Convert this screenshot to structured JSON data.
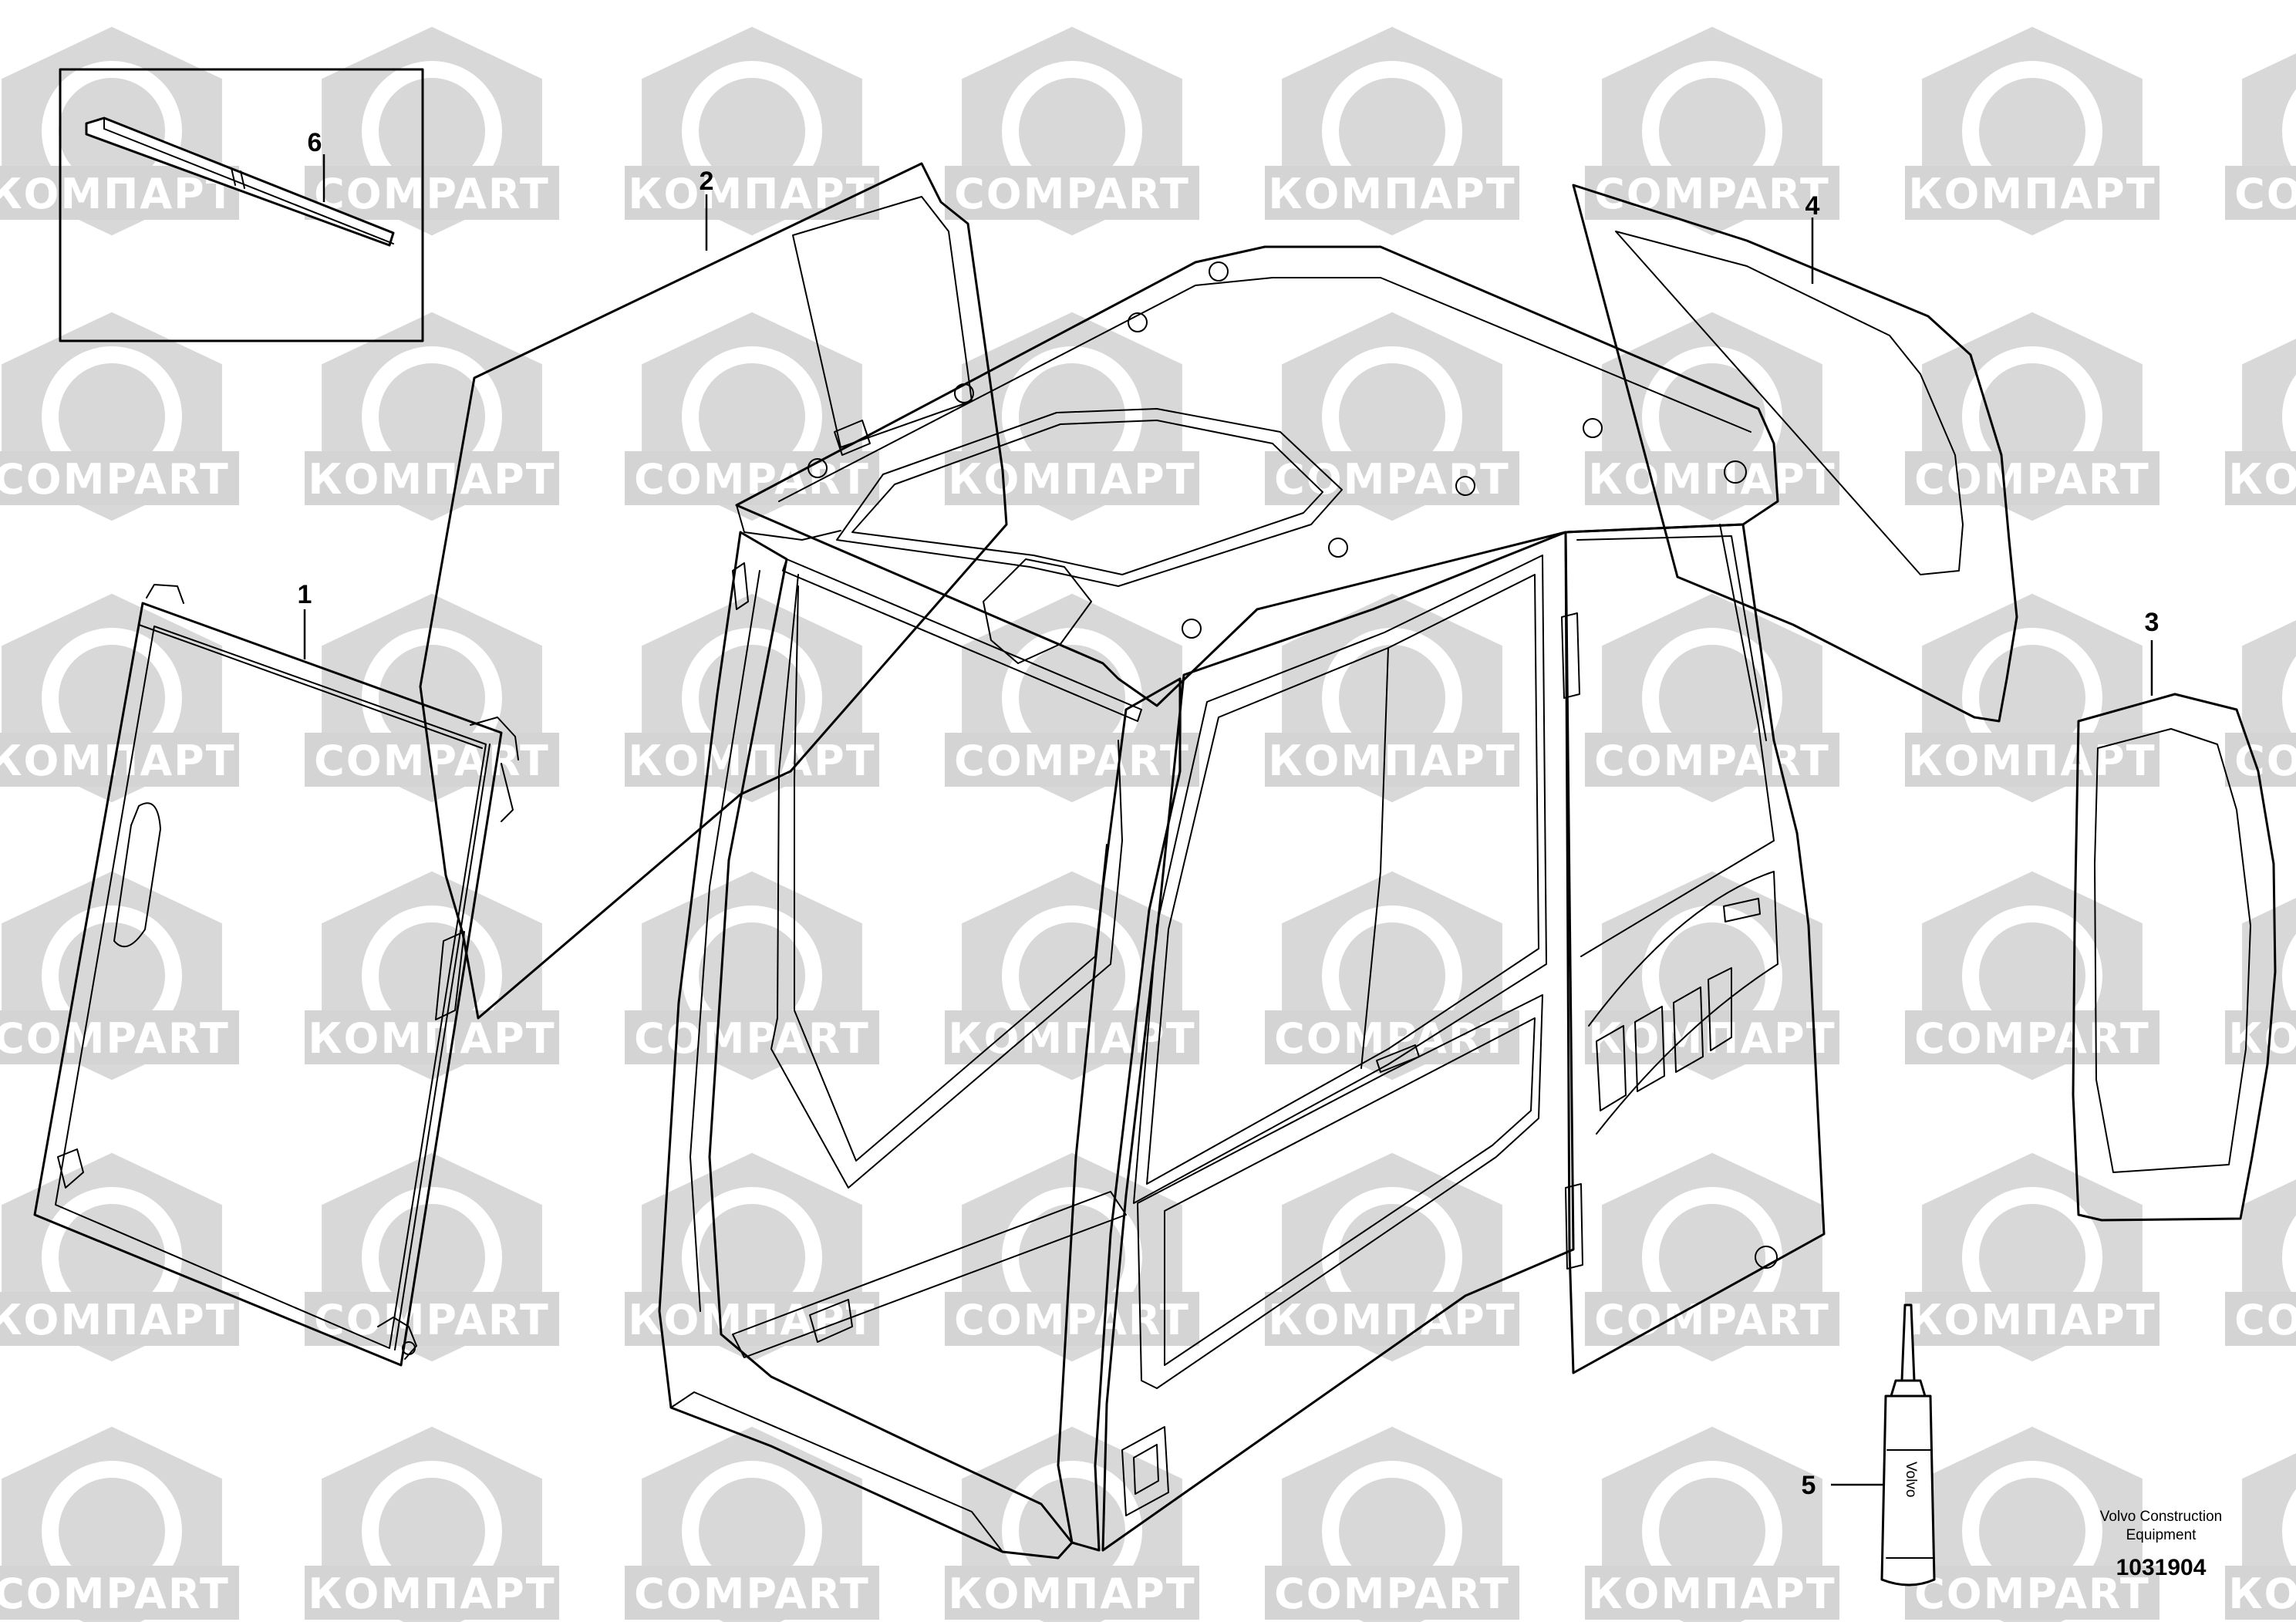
{
  "watermark": {
    "text_cyrillic": "КОМПАРТ",
    "text_latin": "COMPART",
    "color": "#d4d4d4"
  },
  "callouts": [
    {
      "id": "1",
      "label": "1"
    },
    {
      "id": "2",
      "label": "2"
    },
    {
      "id": "3",
      "label": "3"
    },
    {
      "id": "4",
      "label": "4"
    },
    {
      "id": "5",
      "label": "5"
    },
    {
      "id": "6",
      "label": "6"
    }
  ],
  "footer": {
    "brand_line1": "Volvo Construction",
    "brand_line2": "Equipment",
    "document_number": "1031904"
  }
}
